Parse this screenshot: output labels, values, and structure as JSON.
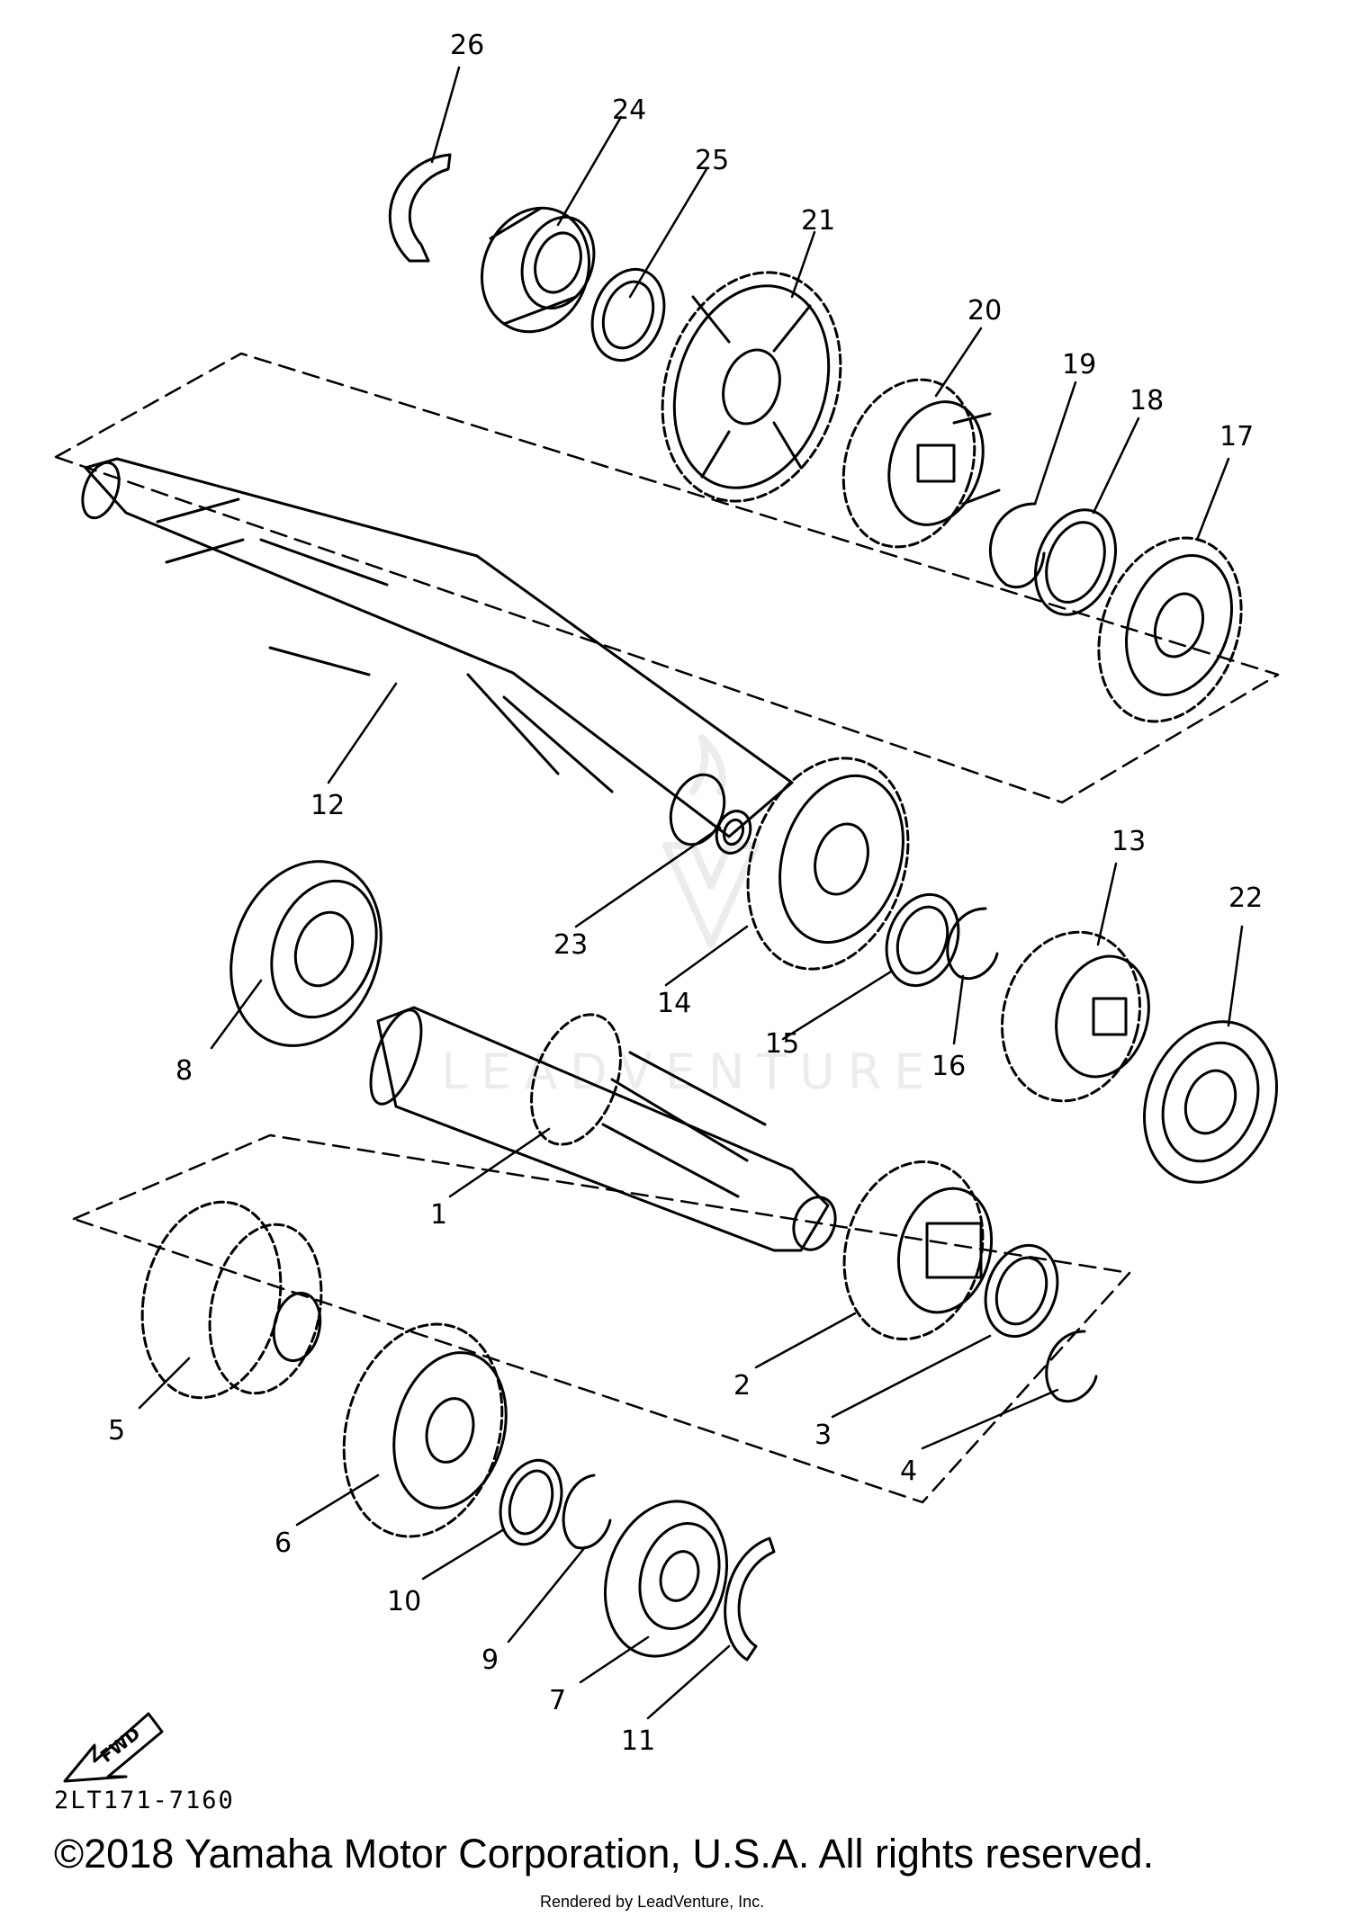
{
  "diagram": {
    "code": "2LT171-7160",
    "fwd_label": "FWD",
    "watermark": "LEADVENTURE",
    "part_numbers": [
      "1",
      "2",
      "3",
      "4",
      "5",
      "6",
      "7",
      "8",
      "9",
      "10",
      "11",
      "12",
      "13",
      "14",
      "15",
      "16",
      "17",
      "18",
      "19",
      "20",
      "21",
      "22",
      "23",
      "24",
      "25",
      "26"
    ]
  },
  "footer": {
    "copyright": "©2018 Yamaha Motor Corporation, U.S.A. All rights reserved.",
    "rendered_by": "Rendered by LeadVenture, Inc."
  }
}
